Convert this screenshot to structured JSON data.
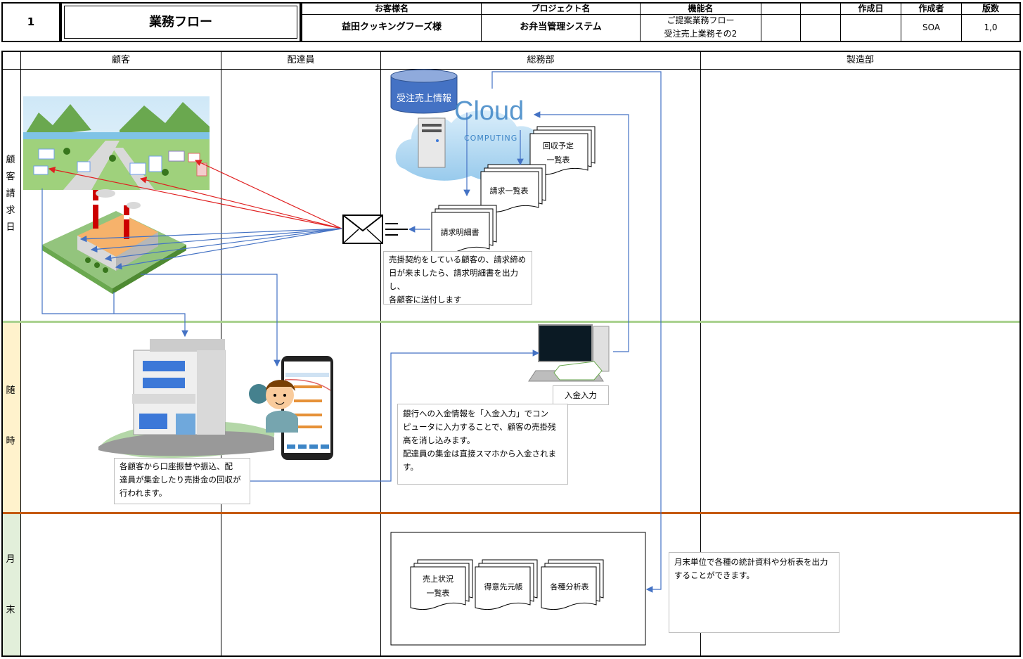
{
  "header": {
    "number": "1",
    "title": "業務フロー",
    "customer_label": "お客様名",
    "customer_value": "益田クッキングフーズ様",
    "project_label": "プロジェクト名",
    "project_value": "お弁当管理システム",
    "function_label": "機能名",
    "function_value_1": "ご提案業務フロー",
    "function_value_2": "受注売上業務その2",
    "date_label": "作成日",
    "author_label": "作成者",
    "author_value": "SOA",
    "version_label": "版数",
    "version_value": "1,0"
  },
  "lanes": [
    "顧客",
    "配達員",
    "総務部",
    "製造部"
  ],
  "rows": {
    "billing_day": [
      "顧",
      "客",
      "請",
      "求",
      "日"
    ],
    "anytime": [
      "随",
      "時"
    ],
    "month_end": [
      "月",
      "末"
    ]
  },
  "nodes": {
    "db": "受注売上情報",
    "cloud_title": "Cloud",
    "cloud_sub": "COMPUTING",
    "collection_schedule_1": "回収予定",
    "collection_schedule_2": "一覧表",
    "invoice_list": "請求一覧表",
    "invoice_detail": "請求明細書",
    "payment_input": "入金入力",
    "sales_status_1": "売上状況",
    "sales_status_2": "一覧表",
    "customer_ledger": "得意先元帳",
    "analysis": "各種分析表"
  },
  "notes": {
    "billing_1": "売掛契約をしている顧客の、請求締め",
    "billing_2": "日が来ましたら、請求明細書を出力し、",
    "billing_3": "各顧客に送付します",
    "collection_1": "各顧客から口座振替や振込、配",
    "collection_2": "達員が集金したり売掛金の回収が",
    "collection_3": "行われます。",
    "bank_1": "銀行への入金情報を「入金入力」でコン",
    "bank_2": "ピュータに入力することで、顧客の売掛残",
    "bank_3": "高を消し込みます。",
    "bank_4": "配達員の集金は直接スマホから入金されま",
    "bank_5": "す。",
    "monthly_1": "月末単位で各種の統計資料や分析表を出力",
    "monthly_2": "することができます。"
  },
  "colors": {
    "arrow_blue": "#4472c4",
    "arrow_red": "#e02020",
    "row_line_green": "#a9d18e",
    "row_line_orange": "#c55a11",
    "anytime_bg": "#fff2cc",
    "month_bg": "#e2efda"
  }
}
